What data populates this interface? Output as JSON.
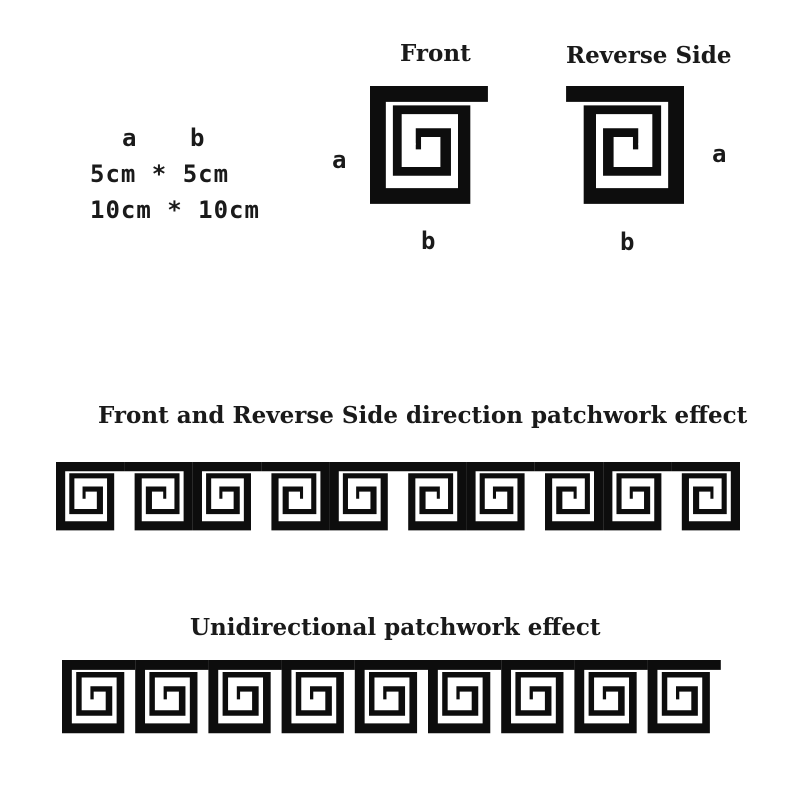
{
  "titles": {
    "front": "Front",
    "reverse": "Reverse Side"
  },
  "dimensions": {
    "label_a": "a",
    "label_b": "b",
    "size_small": "5cm * 5cm",
    "size_large": "10cm * 10cm"
  },
  "tile_labels": {
    "front_a": "a",
    "front_b": "b",
    "reverse_a": "a",
    "reverse_b": "b"
  },
  "headings": {
    "both": "Front and Reverse Side direction patchwork effect",
    "uni": "Unidirectional patchwork effect"
  },
  "colors": {
    "tile": "#0d0d0d",
    "background": "#ffffff"
  }
}
